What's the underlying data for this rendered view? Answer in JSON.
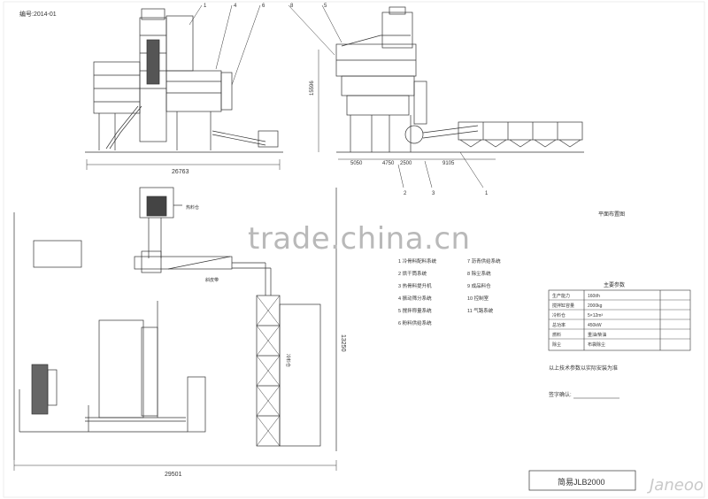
{
  "header_code": "编号:2014-01",
  "watermark": "trade.china.cn",
  "logo_text": "Janeoo",
  "title_block": "简易JLB2000",
  "section_label": "平面布置图",
  "top_dims": {
    "left_width": "26763",
    "height": "15596",
    "d1": "5050",
    "d2": "4750",
    "d3": "2500",
    "d4": "9105"
  },
  "plan_dims": {
    "width": "29501",
    "height": "13250"
  },
  "callouts_left": [
    "1",
    "4",
    "6",
    "8"
  ],
  "callouts_right": [
    "5",
    "2",
    "3",
    "1"
  ],
  "legend": [
    {
      "no": "1",
      "text": "冷骨料配料系统"
    },
    {
      "no": "2",
      "text": "烘干筒系统"
    },
    {
      "no": "3",
      "text": "热骨料提升机"
    },
    {
      "no": "4",
      "text": "振动筛分系统"
    },
    {
      "no": "5",
      "text": "搅拌称量系统"
    },
    {
      "no": "6",
      "text": "粉料供给系统"
    },
    {
      "no": "7",
      "text": "沥青供给系统"
    },
    {
      "no": "8",
      "text": "除尘系统"
    },
    {
      "no": "9",
      "text": "成品料仓"
    },
    {
      "no": "10",
      "text": "控制室"
    },
    {
      "no": "11",
      "text": "气路系统"
    }
  ],
  "table": {
    "title": "主要参数",
    "rows": [
      {
        "label": "生产能力",
        "value": "160t/h"
      },
      {
        "label": "搅拌缸容量",
        "value": "2000kg"
      },
      {
        "label": "冷料仓",
        "value": "5×12m³"
      },
      {
        "label": "总功率",
        "value": "450kW"
      },
      {
        "label": "燃料",
        "value": "重油/柴油"
      },
      {
        "label": "除尘",
        "value": "布袋除尘"
      }
    ]
  },
  "notes": [
    "以上技术参数以实际安装为准",
    "签字确认:"
  ],
  "plan_labels": {
    "conveyor": "斜皮带",
    "bins": "冷料仓",
    "top_box": "热料仓"
  }
}
